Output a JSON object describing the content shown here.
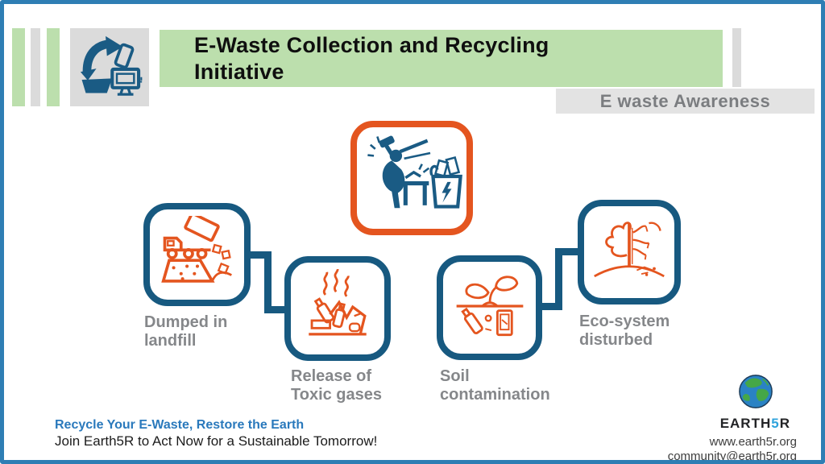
{
  "header": {
    "title": "E-Waste Collection and Recycling\nInitiative",
    "badge": "E waste Awareness"
  },
  "diagram": {
    "center_icon": "smashing-ewaste-icon",
    "nodes": [
      {
        "label": "Dumped in\nlandfill",
        "icon": "landfill-truck-icon"
      },
      {
        "label": "Release of\nToxic gases",
        "icon": "toxic-gases-icon"
      },
      {
        "label": "Soil\ncontamination",
        "icon": "soil-contamination-icon"
      },
      {
        "label": "Eco-system\ndisturbed",
        "icon": "ecosystem-disturbed-icon"
      }
    ]
  },
  "footer": {
    "tagline_bold": "Recycle Your E-Waste, Restore the Earth",
    "tagline": "Join Earth5R to Act Now for a Sustainable Tomorrow!",
    "brand_earth": "EARTH",
    "brand_five": "5",
    "brand_r": "R",
    "website": "www.earth5r.org",
    "email": "community@earth5r.org"
  },
  "colors": {
    "frame_blue": "#2E7EB4",
    "node_blue": "#175980",
    "accent_orange": "#E4551F",
    "banner_green": "#BCDFAD",
    "tile_gray": "#DBDBDB",
    "label_gray": "#85878A",
    "tagline_blue": "#2A79BC"
  }
}
